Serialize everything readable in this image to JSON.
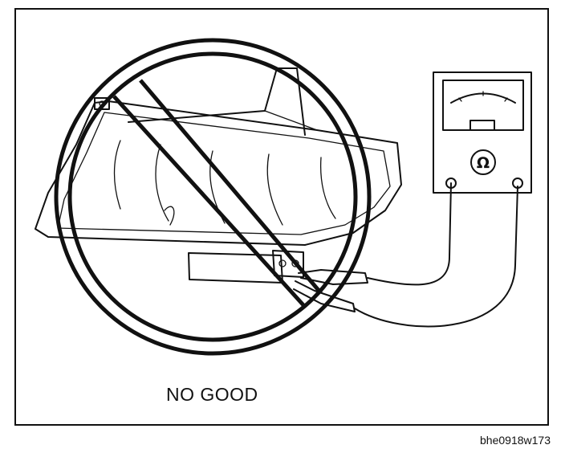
{
  "caption": "NO GOOD",
  "figure_code": "bhe0918w173",
  "meter": {
    "symbol": "Ω"
  },
  "icons": [
    "headlamp-assembly",
    "ohmmeter",
    "test-leads",
    "prohibition-sign"
  ],
  "colors": {
    "ink": "#111111",
    "paper": "#ffffff"
  }
}
